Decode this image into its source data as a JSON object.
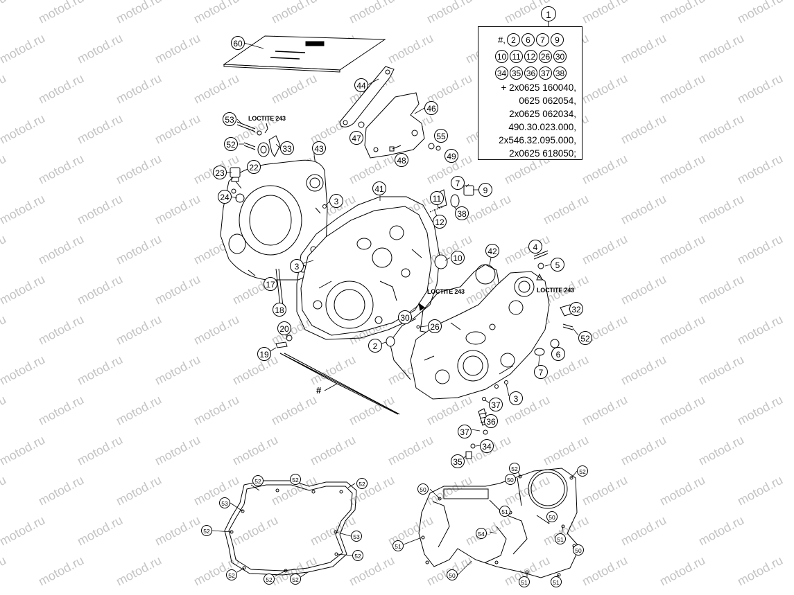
{
  "watermark_text": "motod.ru",
  "kit": {
    "number": "1",
    "hash": "#,",
    "row1": [
      "2",
      "6",
      "7",
      "9"
    ],
    "row2": [
      "10",
      "11",
      "12",
      "26",
      "30"
    ],
    "row3": [
      "34",
      "35",
      "36",
      "37",
      "38"
    ],
    "lines": [
      "+ 2x0625 160040,",
      "0625 062054,",
      "2x0625 062034,",
      "490.30.023.000,",
      "2x546.32.095.000,",
      "2x0625 618050;"
    ]
  },
  "loctite": [
    "LOCTITE 243",
    "LOCTITE 243",
    "LOCTITE 243"
  ],
  "hash_label": "#",
  "callouts": {
    "c60": "60",
    "c44": "44",
    "c46": "46",
    "c47": "47",
    "c55": "55",
    "c48": "48",
    "c49": "49",
    "c53": "53",
    "c52a": "52",
    "c33": "33",
    "c43": "43",
    "c22": "22",
    "c23": "23",
    "c24": "24",
    "c3a": "3",
    "c41": "41",
    "c11": "11",
    "c7a": "7",
    "c9": "9",
    "c38": "38",
    "c12": "12",
    "c3b": "3",
    "c10": "10",
    "c42": "42",
    "c4": "4",
    "c5": "5",
    "c17": "17",
    "c18": "18",
    "c30": "30",
    "c26": "26",
    "c32": "32",
    "c52b": "52",
    "c20": "20",
    "c2": "2",
    "c19": "19",
    "c6": "6",
    "c7b": "7",
    "c3c": "3",
    "c37a": "37",
    "c36": "36",
    "c37b": "37",
    "c34": "34",
    "c35": "35"
  },
  "gasket_left_callouts": [
    "52",
    "52",
    "52",
    "53",
    "52",
    "53",
    "52",
    "52",
    "52",
    "52"
  ],
  "gasket_right_callouts": [
    "52",
    "50",
    "52",
    "50",
    "51",
    "50",
    "54",
    "51",
    "51",
    "50",
    "50",
    "51",
    "51"
  ]
}
